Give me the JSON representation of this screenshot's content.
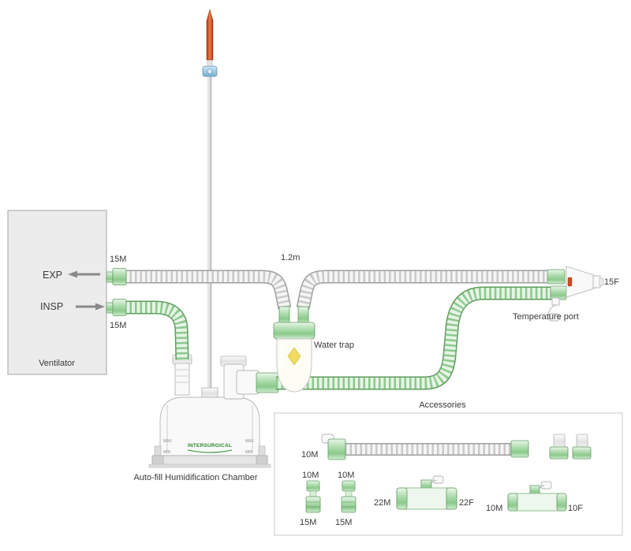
{
  "ventilator": {
    "exp_label": "EXP",
    "insp_label": "INSP",
    "name": "Ventilator",
    "exp_port_size": "15M",
    "insp_port_size": "15M"
  },
  "circuit": {
    "exp_limb_length": "1.2m",
    "water_trap": "Water trap",
    "patient_port_size": "15F",
    "temperature_port": "Temperature port",
    "chamber_caption": "Auto-fill Humidification Chamber",
    "chamber_brand": "INTERSURGICAL",
    "chamber_max": "MAX",
    "chamber_min": "MIN"
  },
  "accessories": {
    "title": "Accessories",
    "catheter_mount_size": "10M",
    "adapter1_top": "10M",
    "adapter2_top": "10M",
    "adapter1_bottom": "15M",
    "adapter2_bottom": "15M",
    "straight22_left": "22M",
    "straight22_right": "22F",
    "straight10_left": "10M",
    "straight10_right": "10F"
  },
  "colors": {
    "connector_green": "#8cc98c",
    "tube_green": "#8cc98c",
    "tube_gray": "#c9c9c9",
    "brand_green": "#2e8b2e",
    "spike_red": "#f07d4a",
    "clamp_blue": "#8ec6e0"
  }
}
